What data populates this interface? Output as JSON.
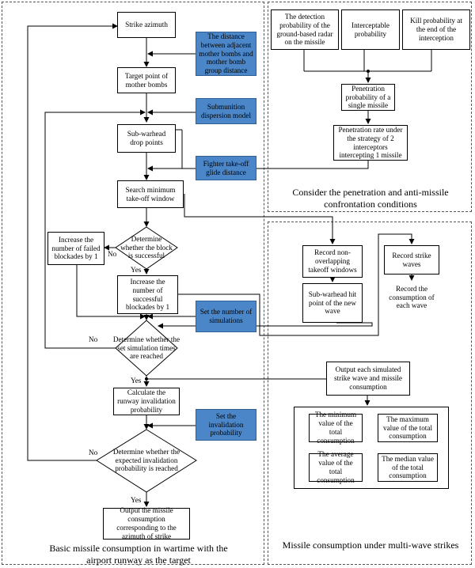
{
  "left": {
    "caption": "Basic missile consumption in wartime with the airport runway as the target",
    "strike_azimuth": "Strike azimuth",
    "distance_box": "The distance between adjacent mother bombs and mother bomb group distance",
    "target_point": "Target point of mother bombs",
    "dispersion_model": "Submunition dispersion model",
    "drop_points": "Sub-warhead drop points",
    "fighter_distance": "Fighter take-off glide distance",
    "search_window": "Search minimum take-off window",
    "determine_block": "Determine whether the block is successful",
    "failed_blockades": "Increase the number of failed blockades by 1",
    "successful_blockades": "Increase the number of successful blockades by 1",
    "set_simulations": "Set the number of simulations",
    "determine_times": "Determine whether the set simulation times are reached",
    "calc_probability": "Calculate the runway invalidation probability",
    "set_invalidation": "Set the invalidation probability",
    "determine_expected": "Determine whether the expected invalidation probability is reached",
    "output_consumption": "Output the missile consumption corresponding to the azimuth of strike",
    "no_label": "No",
    "yes_label": "Yes"
  },
  "top_right": {
    "caption": "Consider the penetration and anti-missile confrontation conditions",
    "detection": "The detection probability of the ground-based radar on the missile",
    "interceptable": "Interceptable probability",
    "kill": "Kill probability at the end of the interception",
    "penetration_single": "Penetration probability of a single missile",
    "penetration_rate": "Penetration rate under the strategy of 2 interceptors intercepting 1 missile"
  },
  "bottom_right": {
    "caption": "Missile consumption under multi-wave strikes",
    "record_windows": "Record non-overlapping takeoff windows",
    "hit_point": "Sub-warhead hit point of the new wave",
    "record_waves": "Record strike waves",
    "record_consumption": "Record the consumption of each wave",
    "output_each": "Output each simulated strike wave and missile consumption",
    "min_value": "The minimum value of the total consumption",
    "max_value": "The maximum value of the total consumption",
    "avg_value": "The average value of the total consumption",
    "median_value": "The median value of the total consumption"
  },
  "colors": {
    "accent_box": "#4a86c8",
    "line": "#000000",
    "region_border": "#555555"
  }
}
